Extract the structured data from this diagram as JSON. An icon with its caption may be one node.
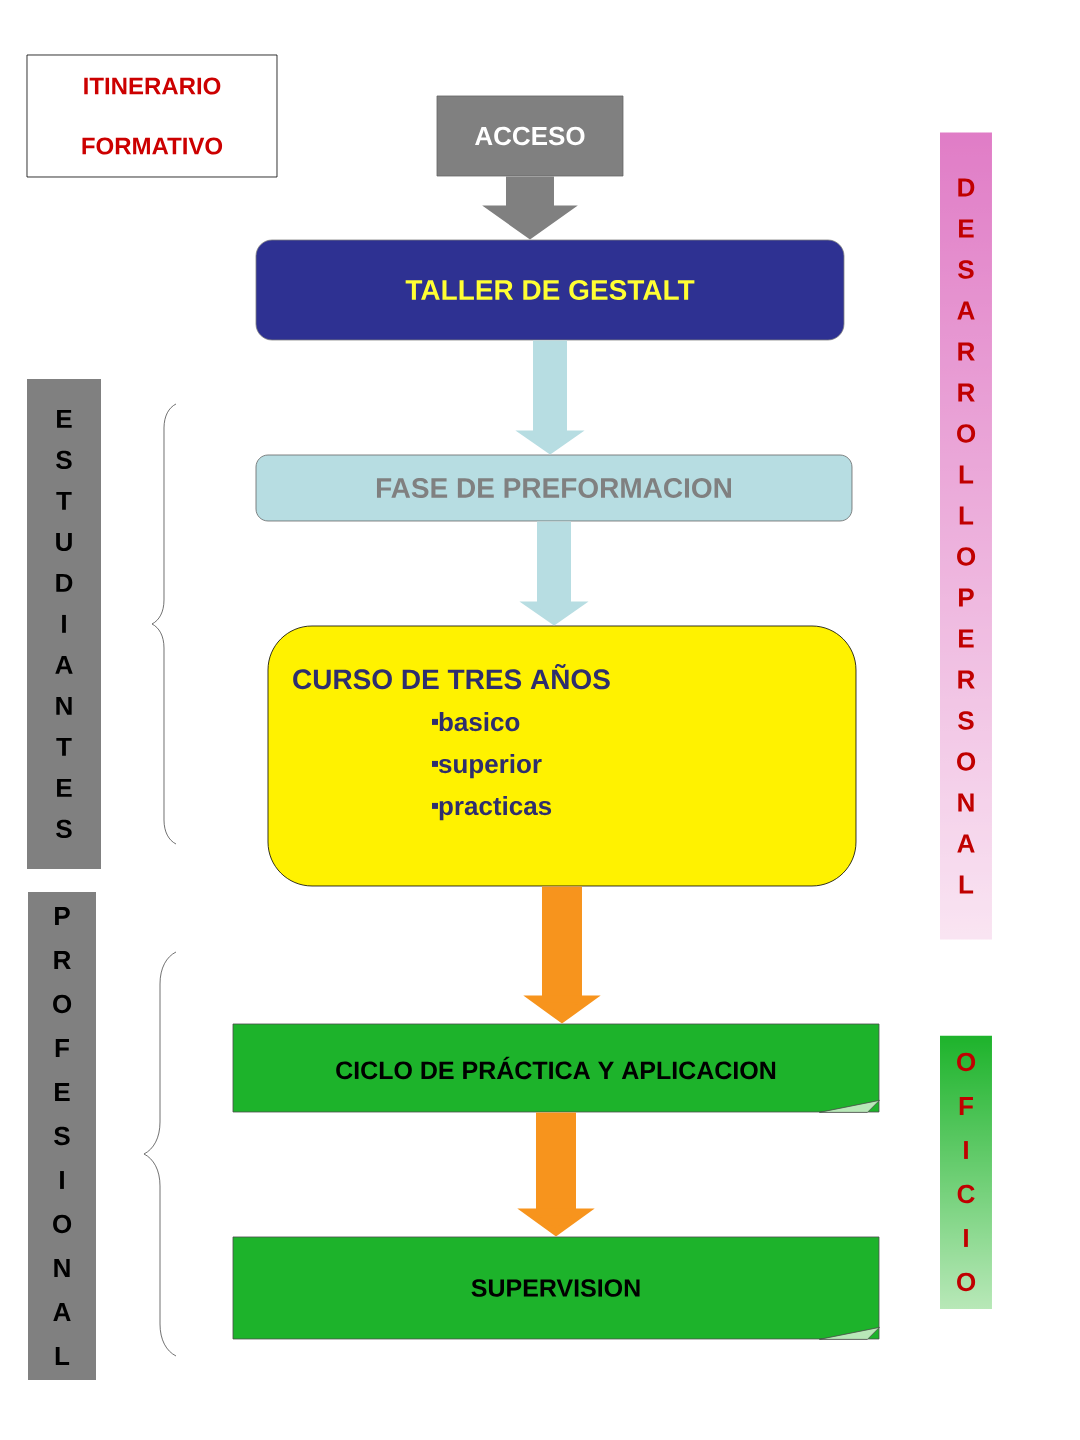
{
  "diagram": {
    "nodes": [
      {
        "text": [
          "ITINERARIO FORMATIVO"
        ]
      },
      {
        "text": [
          "ACCESO"
        ]
      },
      {
        "text": [
          "TALLER DE GESTALT"
        ]
      },
      {
        "text": [
          "FASE DE PREFORMACION"
        ]
      },
      {
        "text": [
          "CURSO DE TRES AÑOS",
          "basico",
          "superior",
          "practicas"
        ]
      },
      {
        "text": [
          "CICLO DE PRÁCTICA Y APLICACION"
        ]
      },
      {
        "text": [
          "SUPERVISION"
        ]
      },
      {
        "text": [
          "ESTUDIANTES"
        ]
      },
      {
        "text": [
          "PROFESIONAL"
        ]
      },
      {
        "text": [
          "DESARROLLO PERSONAL"
        ]
      },
      {
        "text": [
          "OFICIO"
        ]
      }
    ],
    "edges": [
      {
        "from": 1,
        "to": 2,
        "arrow": "to",
        "color": "#808080"
      },
      {
        "from": 2,
        "to": 3,
        "arrow": "to",
        "color": "#b7dde2"
      },
      {
        "from": 3,
        "to": 4,
        "arrow": "to",
        "color": "#b7dde2"
      },
      {
        "from": 4,
        "to": 5,
        "arrow": "to",
        "color": "#f7941d"
      },
      {
        "from": 5,
        "to": 6,
        "arrow": "to",
        "color": "#f7941d"
      }
    ]
  }
}
